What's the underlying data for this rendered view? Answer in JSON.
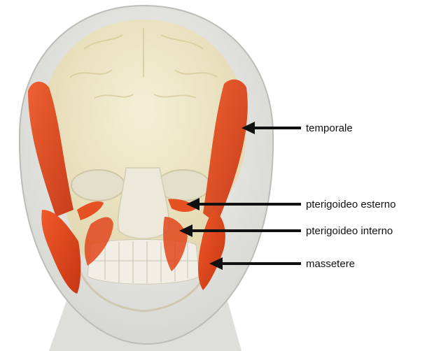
{
  "labels": {
    "temporale": "temporale",
    "pterigoideo_esterno": "pterigoideo esterno",
    "pterigoideo_interno": "pterigoideo interno",
    "massetere": "massetere"
  },
  "colors": {
    "muscle": "#e2461c",
    "muscle_dark": "#b8300f",
    "skull": "#f1e7c4",
    "skin": "#e9e9e6",
    "arrow": "#111111"
  }
}
